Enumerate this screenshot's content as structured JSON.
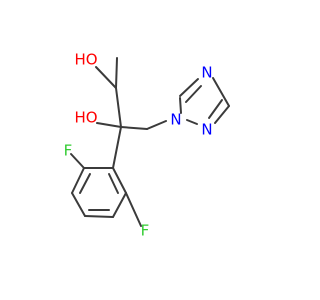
{
  "molecule": {
    "atoms": {
      "o1": {
        "label": "HO",
        "color": "#ff0000"
      },
      "o2": {
        "label": "HO",
        "color": "#ff0000"
      },
      "f1": {
        "label": "F",
        "color": "#33cc33"
      },
      "f2": {
        "label": "F",
        "color": "#33cc33"
      },
      "n1": {
        "label": "N",
        "color": "#0000ff"
      },
      "n2": {
        "label": "N",
        "color": "#0000ff"
      },
      "n3": {
        "label": "N",
        "color": "#0000ff"
      }
    },
    "bond_color": "#3b3b3b"
  }
}
